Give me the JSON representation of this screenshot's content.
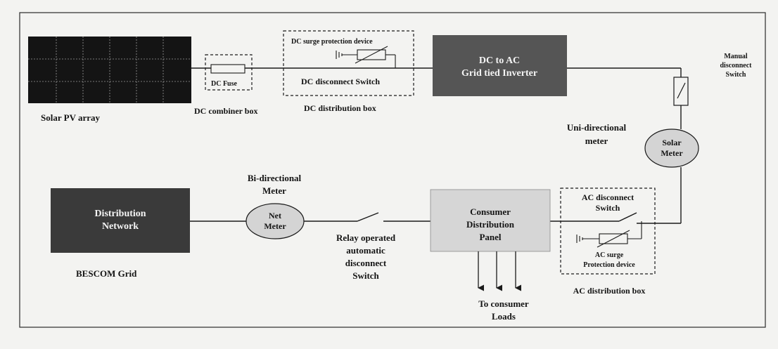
{
  "labels": {
    "solar_pv_array": "Solar PV array",
    "dc_fuse": "DC Fuse",
    "dc_combiner_box": "DC combiner box",
    "dc_surge_protection": "DC surge protection device",
    "dc_disconnect_switch": "DC disconnect Switch",
    "dc_distribution_box": "DC distribution box",
    "inverter_line1": "DC to AC",
    "inverter_line2": "Grid tied Inverter",
    "manual_switch_line1": "Manual",
    "manual_switch_line2": "disconnect",
    "manual_switch_line3": "Switch",
    "uni_meter_line1": "Uni-directional",
    "uni_meter_line2": "meter",
    "solar_meter_line1": "Solar",
    "solar_meter_line2": "Meter",
    "bi_meter_line1": "Bi-directional",
    "bi_meter_line2": "Meter",
    "net_meter_line1": "Net",
    "net_meter_line2": "Meter",
    "dist_network_line1": "Distribution",
    "dist_network_line2": "Network",
    "bescom_grid": "BESCOM Grid",
    "relay_line1": "Relay operated",
    "relay_line2": "automatic",
    "relay_line3": "disconnect",
    "relay_line4": "Switch",
    "consumer_panel_line1": "Consumer",
    "consumer_panel_line2": "Distribution",
    "consumer_panel_line3": "Panel",
    "ac_disconnect_line1": "AC disconnect",
    "ac_disconnect_line2": "Switch",
    "ac_surge_line1": "AC surge",
    "ac_surge_line2": "Protection device",
    "ac_distribution_box": "AC distribution box",
    "loads_line1": "To consumer",
    "loads_line2": "Loads"
  },
  "colors": {
    "background": "#f3f3f1",
    "line": "#1a1a1a",
    "pv_array_fill": "#141414",
    "inverter_fill": "#555555",
    "network_fill": "#3a3a3a",
    "panel_fill": "#d6d6d6",
    "meter_fill": "#d4d4d4"
  },
  "icons": {
    "solar_pv_array": "solar-panel-grid",
    "dc_fuse": "fuse-symbol",
    "surge_device": "varistor-symbol",
    "ground": "ground-symbol",
    "switch": "open-switch-symbol",
    "load_arrow": "down-arrow"
  }
}
